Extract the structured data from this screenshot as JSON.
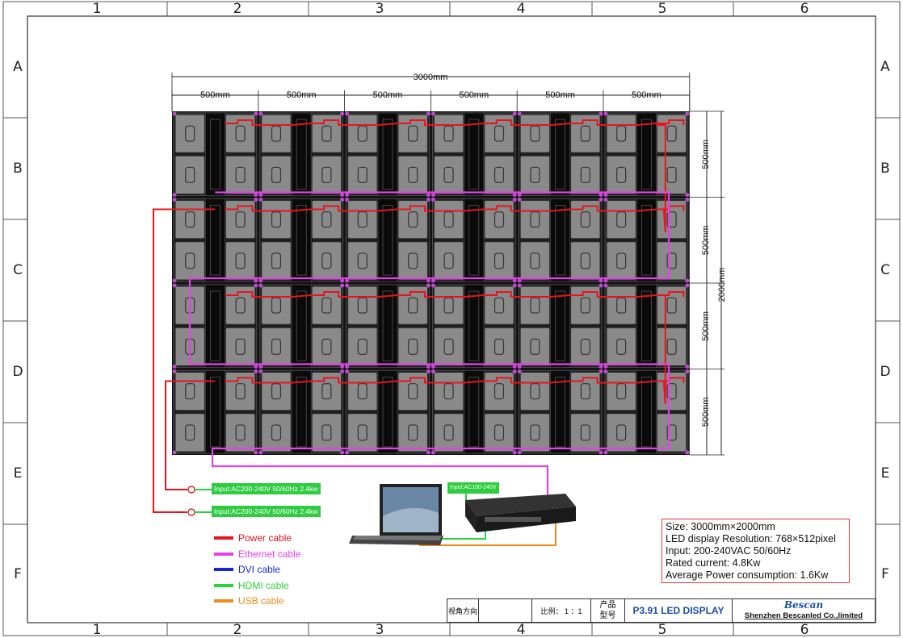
{
  "grid": {
    "columns": [
      "1",
      "2",
      "3",
      "4",
      "5",
      "6"
    ],
    "rows": [
      "A",
      "B",
      "C",
      "D",
      "E",
      "F"
    ]
  },
  "dimensions": {
    "total_width": "3000mm",
    "cabinet_width": "500mm",
    "cabinet_height": "500mm",
    "total_height": "2000mm",
    "cabinet_cols": 6,
    "cabinet_rows": 4
  },
  "power_inputs": [
    {
      "label": "Input:AC200-240V 50/60Hz  2.4kw"
    },
    {
      "label": "Input:AC200-240V 50/60Hz  2.4kw"
    }
  ],
  "controller": {
    "input_label": "Input:AC100-240V"
  },
  "legend": [
    {
      "label": "Power cable",
      "color": "#e8141c"
    },
    {
      "label": "Ethernet cable",
      "color": "#e541e8"
    },
    {
      "label": "DVI cable",
      "color": "#1428d8"
    },
    {
      "label": "HDMI cable",
      "color": "#2bd43a"
    },
    {
      "label": "USB cable",
      "color": "#f28a1a"
    }
  ],
  "specs": [
    "Size:  3000mm×2000mm",
    "LED display Resolution:  768×512pixel",
    "Input:  200-240VAC  50/60Hz",
    "Rated current:  4.8Kw",
    "Average Power consumption:  1.6Kw"
  ],
  "title_block": {
    "view_direction": "视角方向",
    "scale_label": "比例：  1 ：1",
    "product_label_1": "产品",
    "product_label_2": "型号",
    "product": "P3.91 LED DISPLAY",
    "brand": "Bescan",
    "company": "Shenzhen Bescanled Co.,limited"
  }
}
